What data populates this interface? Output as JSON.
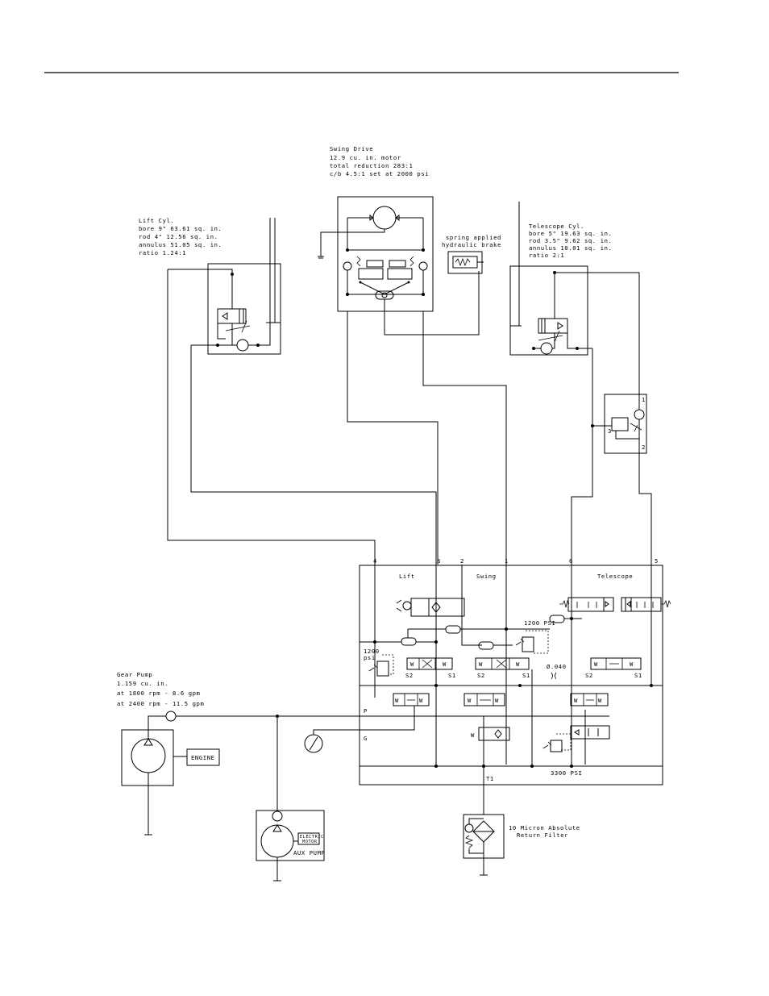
{
  "swing_drive": {
    "title": "Swing Drive",
    "motor": "12.9 cu. in. motor",
    "reduction": "total reduction  283:1",
    "cb": "c/b 4.5:1 set at 2000 psi"
  },
  "brake": {
    "line1": "spring applied",
    "line2": "hydraulic brake"
  },
  "lift_cyl": {
    "title": "Lift Cyl.",
    "bore": "bore  9\"   63.61 sq. in.",
    "rod": "rod   4\"   12.56 sq. in.",
    "annulus": "annulus   51.05 sq. in.",
    "ratio": "ratio   1.24:1"
  },
  "telescope_cyl": {
    "title": "Telescope Cyl.",
    "bore": "bore  5\"  19.63 sq. in.",
    "rod": "rod  3.5\"   9.62 sq. in.",
    "annulus": "annulus   10.01 sq. in.",
    "ratio": "ratio 2:1"
  },
  "valve_ports": {
    "p1": "1",
    "p2": "2",
    "p3": "3"
  },
  "port_numbers": {
    "n4": "4",
    "n3": "3",
    "n2": "2",
    "n1": "1",
    "n6": "6",
    "n5": "5"
  },
  "sections": {
    "lift": "Lift",
    "swing": "Swing",
    "telescope": "Telescope"
  },
  "valve_labels": {
    "relief_1200_top": "1200 PSI",
    "relief_1200_left_a": "1200",
    "relief_1200_left_b": "psi",
    "orifice": "Ø.040",
    "relief_3300": "3300 PSI",
    "s2_a": "S2",
    "s1_a": "S1",
    "s2_b": "S2",
    "s1_b": "S1",
    "s2_c": "S2",
    "s1_c": "S1",
    "line_p": "P",
    "line_g": "G",
    "line_t": "T1"
  },
  "gear_pump": {
    "title": "Gear Pump",
    "disp": "1.159 cu. in.",
    "rpm1800": "at 1800 rpm - 8.6 gpm",
    "rpm2400": "at 2400 rpm - 11.5 gpm"
  },
  "engine": {
    "label": "ENGINE"
  },
  "aux": {
    "motor_a": "ELECTRIC",
    "motor_b": "MOTOR",
    "pump": "AUX PUMP"
  },
  "filter": {
    "line1": "10 Micron Absolute",
    "line2": "Return Filter"
  }
}
